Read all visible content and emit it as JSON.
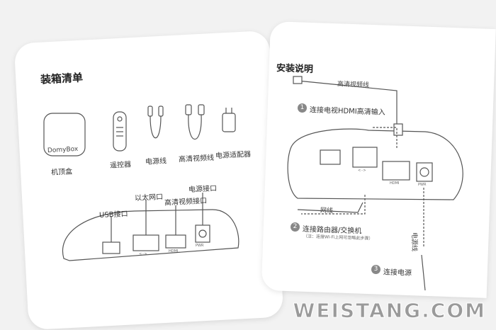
{
  "left_card": {
    "title": "装箱清单",
    "items": [
      "机顶盒",
      "遥控器",
      "电源线",
      "高清视频线",
      "电源适配器"
    ],
    "box_brand": "DomyBox",
    "ports": {
      "usb": "USB接口",
      "ethernet": "以太网口",
      "hdmi": "高清视频接口",
      "power": "电源接口"
    },
    "port_marks": [
      "<··>",
      "HDMI",
      "PWR"
    ]
  },
  "right_card": {
    "title": "安装说明",
    "hdmi_cable_label": "高清视频线",
    "step1": {
      "num": "1",
      "text": "连接电视HDMI高清输入"
    },
    "network_cable_label": "网线",
    "step2": {
      "num": "2",
      "text": "连接路由器/交换机",
      "note": "（注：连接Wi-Fi上网可忽略此步骤）"
    },
    "step3": {
      "num": "3",
      "text": "连接电源"
    },
    "power_cable_label": "电源线",
    "port_marks": [
      "<··>",
      "HDMI",
      "PWR"
    ]
  },
  "watermark": "WEISTANG.COM"
}
